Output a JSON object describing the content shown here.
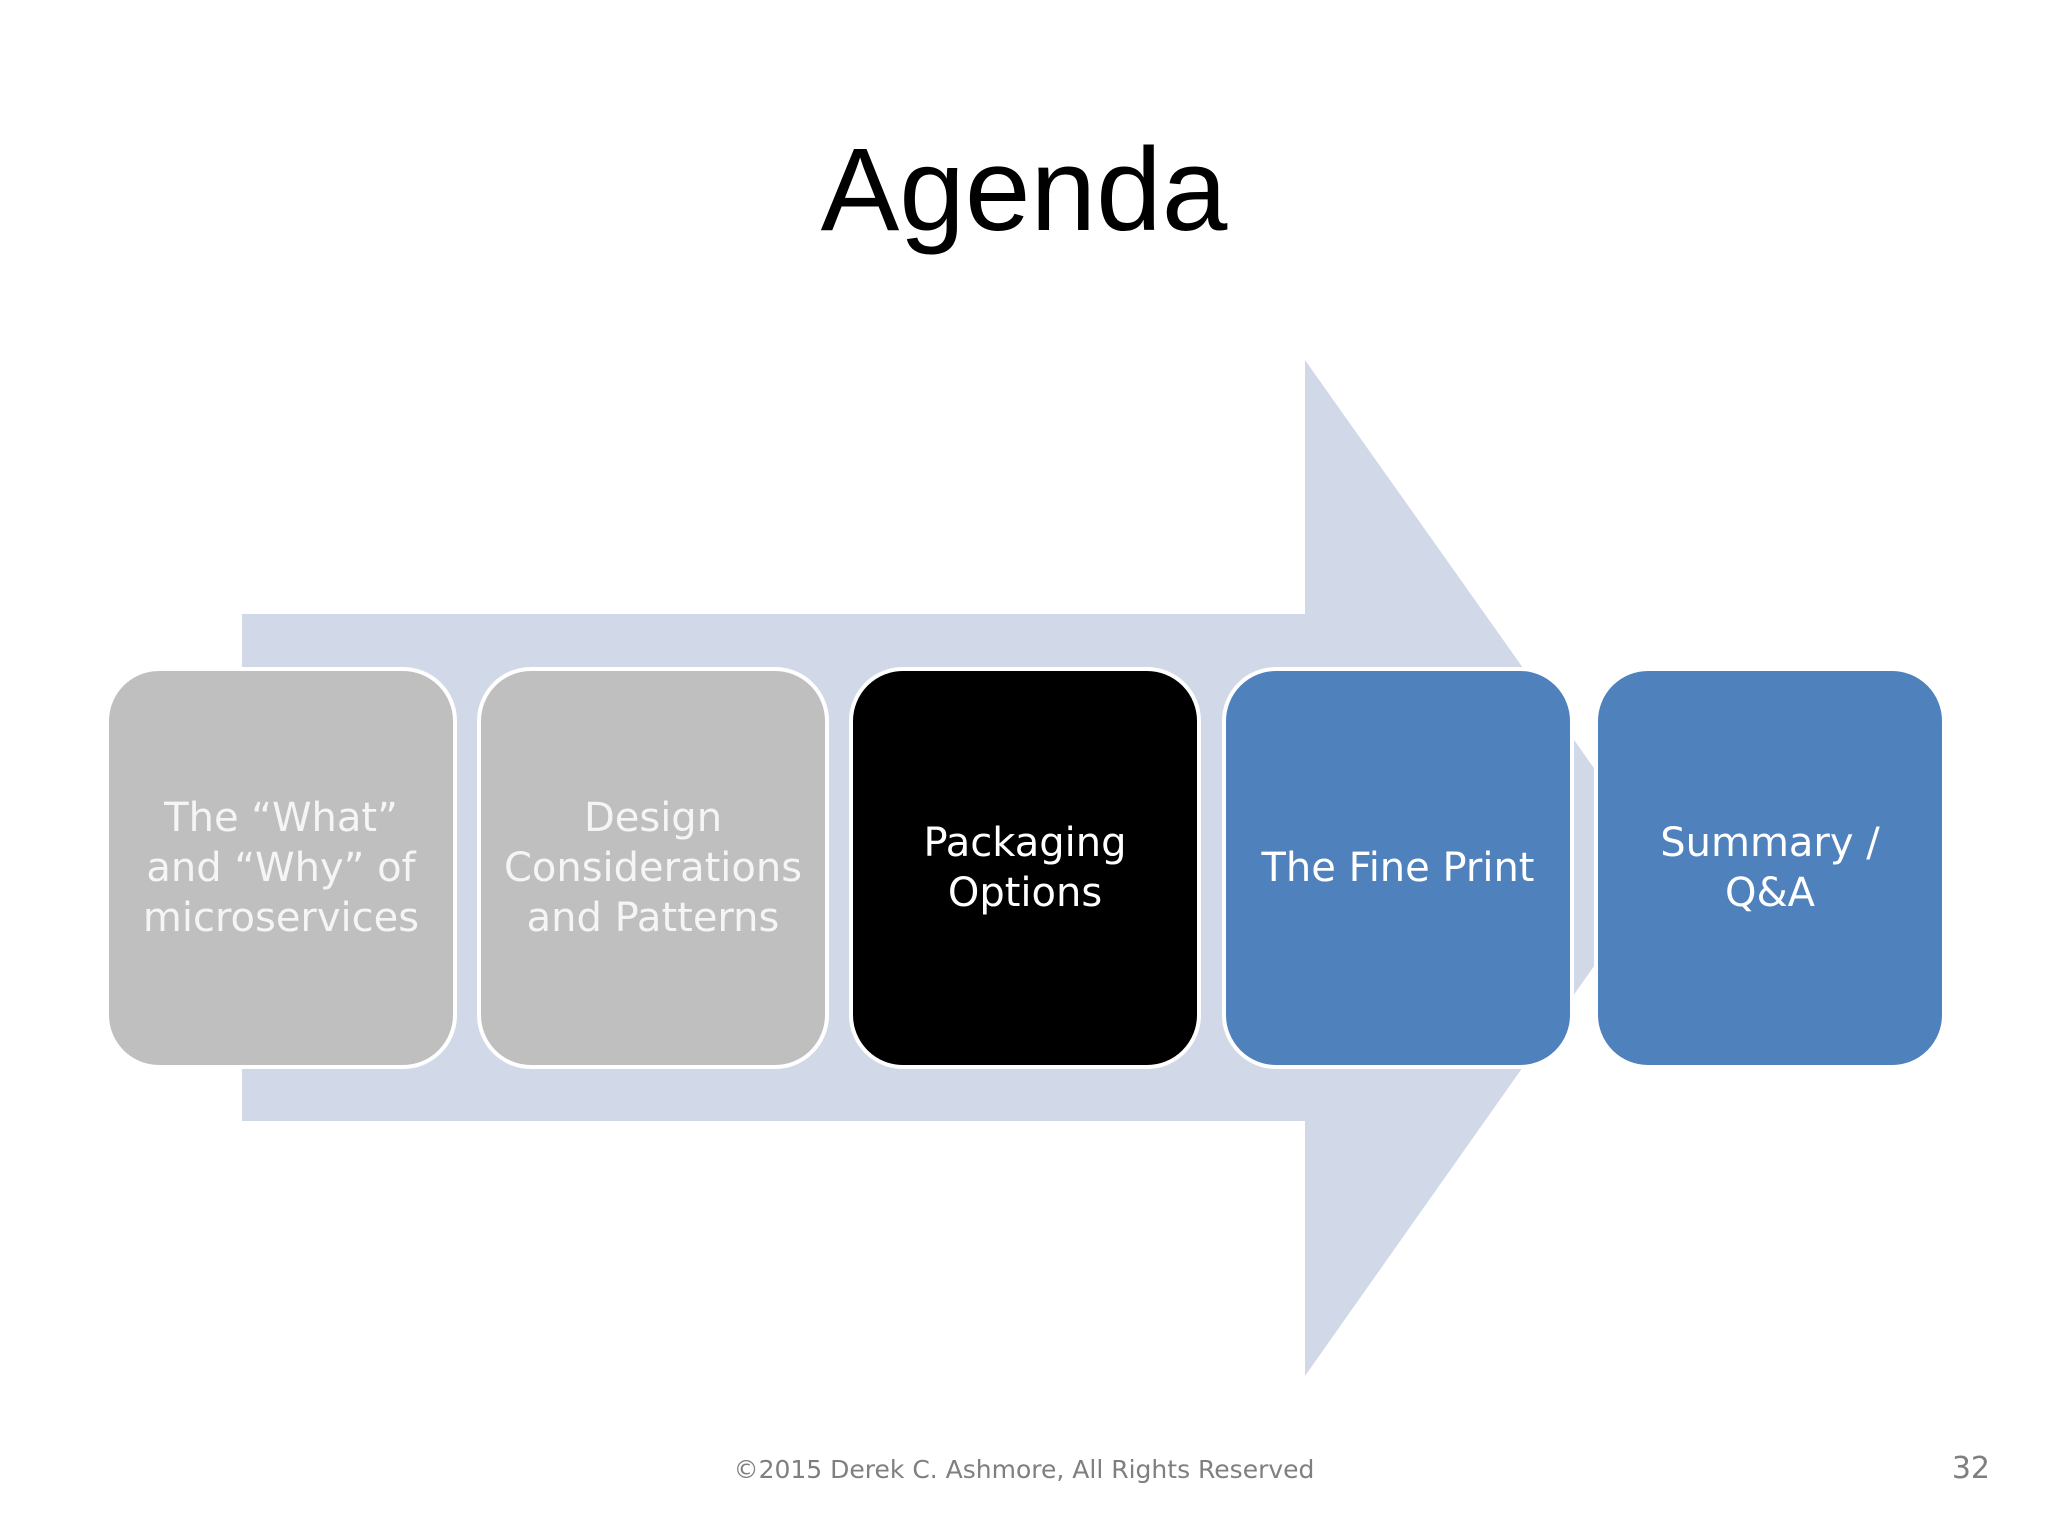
{
  "slide": {
    "title": "Agenda",
    "steps": [
      {
        "label": "The “What” and “Why” of microservices",
        "style": "done"
      },
      {
        "label": "Design Considerations and Patterns",
        "style": "done"
      },
      {
        "label": "Packaging Options",
        "style": "current"
      },
      {
        "label": "The Fine Print",
        "style": "upcoming"
      },
      {
        "label": "Summary / Q&A",
        "style": "upcoming"
      }
    ],
    "footer": "©2015 Derek C. Ashmore, All Rights Reserved",
    "page_number": "32"
  },
  "colors": {
    "arrow": "#d1d9e9",
    "done": "#bfbfbf",
    "current": "#000000",
    "upcoming": "#4f81bd"
  }
}
